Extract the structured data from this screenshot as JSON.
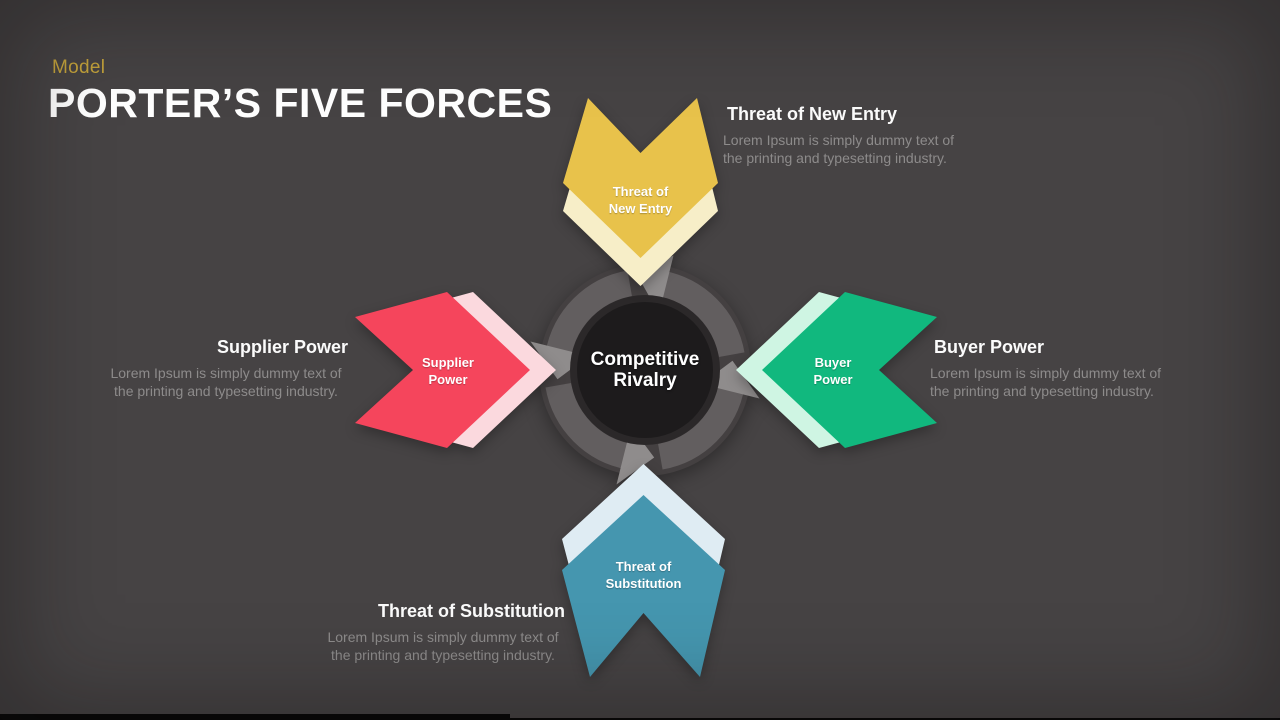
{
  "header": {
    "eyebrow": "Model",
    "title": "PORTER’S FIVE FORCES"
  },
  "center": {
    "label_line1": "Competitive",
    "label_line2": "Rivalry"
  },
  "forces": {
    "new_entry": {
      "arrow_line1": "Threat of",
      "arrow_line2": "New Entry",
      "heading": "Threat of New Entry",
      "desc_line1": "Lorem Ipsum is simply dummy text of",
      "desc_line2": "the printing and typesetting industry.",
      "arrow_color": "#e8c24b",
      "shadow_color": "#f7eec8"
    },
    "supplier": {
      "arrow_line1": "Supplier",
      "arrow_line2": "Power",
      "heading": "Supplier Power",
      "desc_line1": "Lorem Ipsum is simply dummy text of",
      "desc_line2": "the printing and typesetting industry.",
      "arrow_color": "#f5455c",
      "shadow_color": "#fbd9de"
    },
    "buyer": {
      "arrow_line1": "Buyer",
      "arrow_line2": "Power",
      "heading": "Buyer Power",
      "desc_line1": "Lorem Ipsum is simply dummy text of",
      "desc_line2": "the printing and typesetting industry.",
      "arrow_color": "#11b87e",
      "shadow_color": "#cff5e3"
    },
    "substitution": {
      "arrow_line1": "Threat of",
      "arrow_line2": "Substitution",
      "heading": "Threat of Substitution",
      "desc_line1": "Lorem Ipsum is simply dummy text of",
      "desc_line2": "the printing and typesetting industry.",
      "arrow_color": "#4596af",
      "shadow_color": "#dfecf3"
    }
  },
  "colors": {
    "background": "#464344",
    "accent_gold": "#c5a43c",
    "heading_text": "#ffffff",
    "body_text": "#8d8b8b",
    "ring_body": "#444041",
    "ring_arrows": "#8f8c8c",
    "hub_fill": "#1d1b1c"
  }
}
